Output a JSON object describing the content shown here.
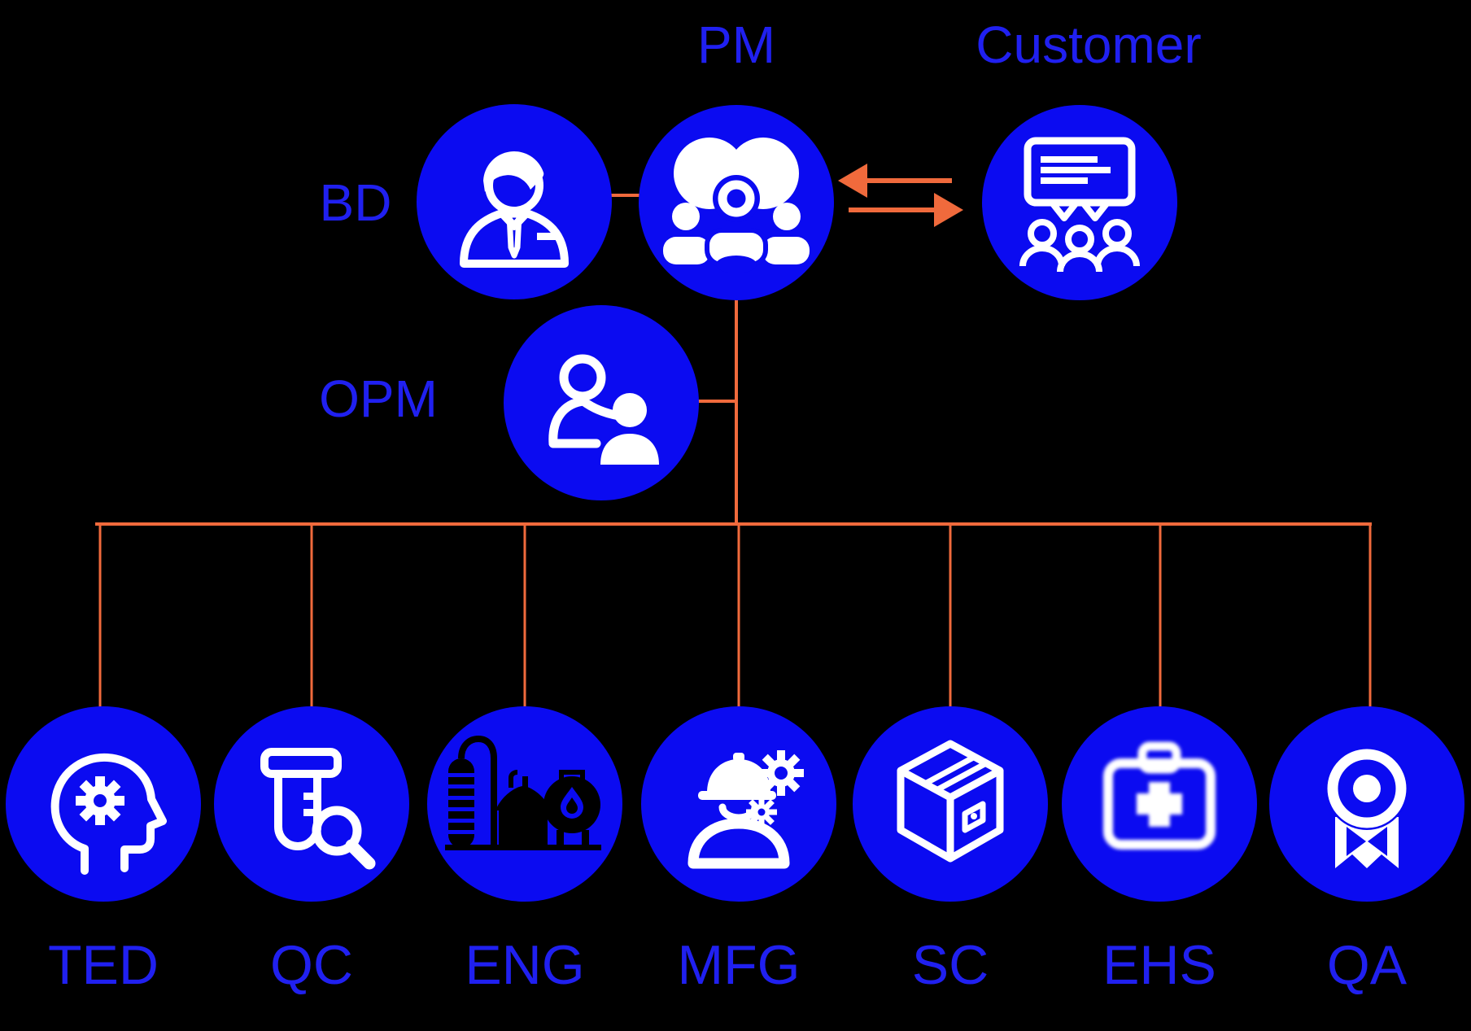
{
  "colors": {
    "background": "#000000",
    "node_blue": "#0B0BF1",
    "label_blue": "#2020F0",
    "connector_orange": "#F06A3C",
    "icon_white": "#FFFFFF",
    "eng_icon_black": "#000000"
  },
  "nodes": {
    "bd": {
      "label": "BD",
      "icon": "businessman-icon"
    },
    "pm": {
      "label": "PM",
      "icon": "team-cloud-icon"
    },
    "customer": {
      "label": "Customer",
      "icon": "presentation-audience-icon"
    },
    "opm": {
      "label": "OPM",
      "icon": "mentoring-people-icon"
    }
  },
  "departments": [
    {
      "label": "TED",
      "icon": "head-gear-icon"
    },
    {
      "label": "QC",
      "icon": "test-tube-magnifier-icon"
    },
    {
      "label": "ENG",
      "icon": "process-plant-icon"
    },
    {
      "label": "MFG",
      "icon": "worker-gears-icon"
    },
    {
      "label": "SC",
      "icon": "package-box-icon"
    },
    {
      "label": "EHS",
      "icon": "first-aid-kit-icon"
    },
    {
      "label": "QA",
      "icon": "award-ribbon-icon"
    }
  ],
  "connections": [
    {
      "from": "BD",
      "to": "PM",
      "style": "line"
    },
    {
      "from": "Customer",
      "to": "PM",
      "style": "arrow"
    },
    {
      "from": "PM",
      "to": "Customer",
      "style": "arrow"
    },
    {
      "from": "OPM",
      "to": "PM",
      "style": "line"
    },
    {
      "from": "PM",
      "to": "TED",
      "style": "tree-line"
    },
    {
      "from": "PM",
      "to": "QC",
      "style": "tree-line"
    },
    {
      "from": "PM",
      "to": "ENG",
      "style": "tree-line"
    },
    {
      "from": "PM",
      "to": "MFG",
      "style": "tree-line"
    },
    {
      "from": "PM",
      "to": "SC",
      "style": "tree-line"
    },
    {
      "from": "PM",
      "to": "EHS",
      "style": "tree-line"
    },
    {
      "from": "PM",
      "to": "QA",
      "style": "tree-line"
    }
  ]
}
